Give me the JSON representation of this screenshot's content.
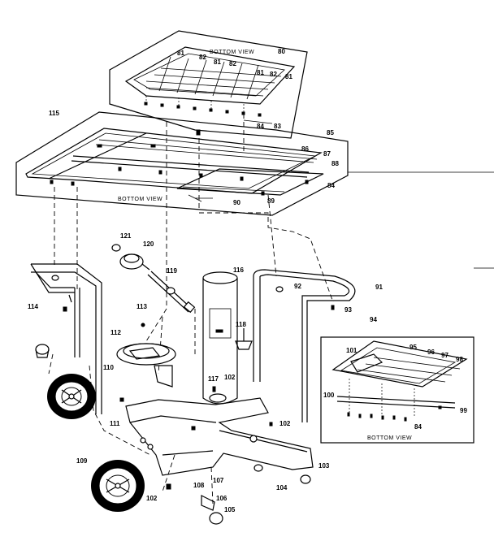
{
  "captions": {
    "upper_grate": "BOTTOM VIEW",
    "main_shelf": "BOTTOM VIEW",
    "side_shelf": "BOTTOM VIEW"
  },
  "part_labels": {
    "p80": "80",
    "p81a": "81",
    "p82a": "82",
    "p81b": "81",
    "p82b": "82",
    "p81c": "81",
    "p82c": "82",
    "p81d": "81",
    "p83": "83",
    "p84a": "84",
    "p115": "115",
    "p85": "85",
    "p86": "86",
    "p87": "87",
    "p88": "88",
    "p84b": "84",
    "p89": "89",
    "p90": "90",
    "p121": "121",
    "p120": "120",
    "p119": "119",
    "p116": "116",
    "p92": "92",
    "p91": "91",
    "p93": "93",
    "p114": "114",
    "p113": "113",
    "p118": "118",
    "p94": "94",
    "p112": "112",
    "p101": "101",
    "p95": "95",
    "p96": "96",
    "p97": "97",
    "p98": "98",
    "p110": "110",
    "p117": "117",
    "p102a": "102",
    "p100": "100",
    "p99": "99",
    "p84c": "84",
    "p111": "111",
    "p102b": "102",
    "p109": "109",
    "p108": "108",
    "p107": "107",
    "p104": "104",
    "p103": "103",
    "p102c": "102",
    "p106": "106",
    "p105": "105"
  }
}
